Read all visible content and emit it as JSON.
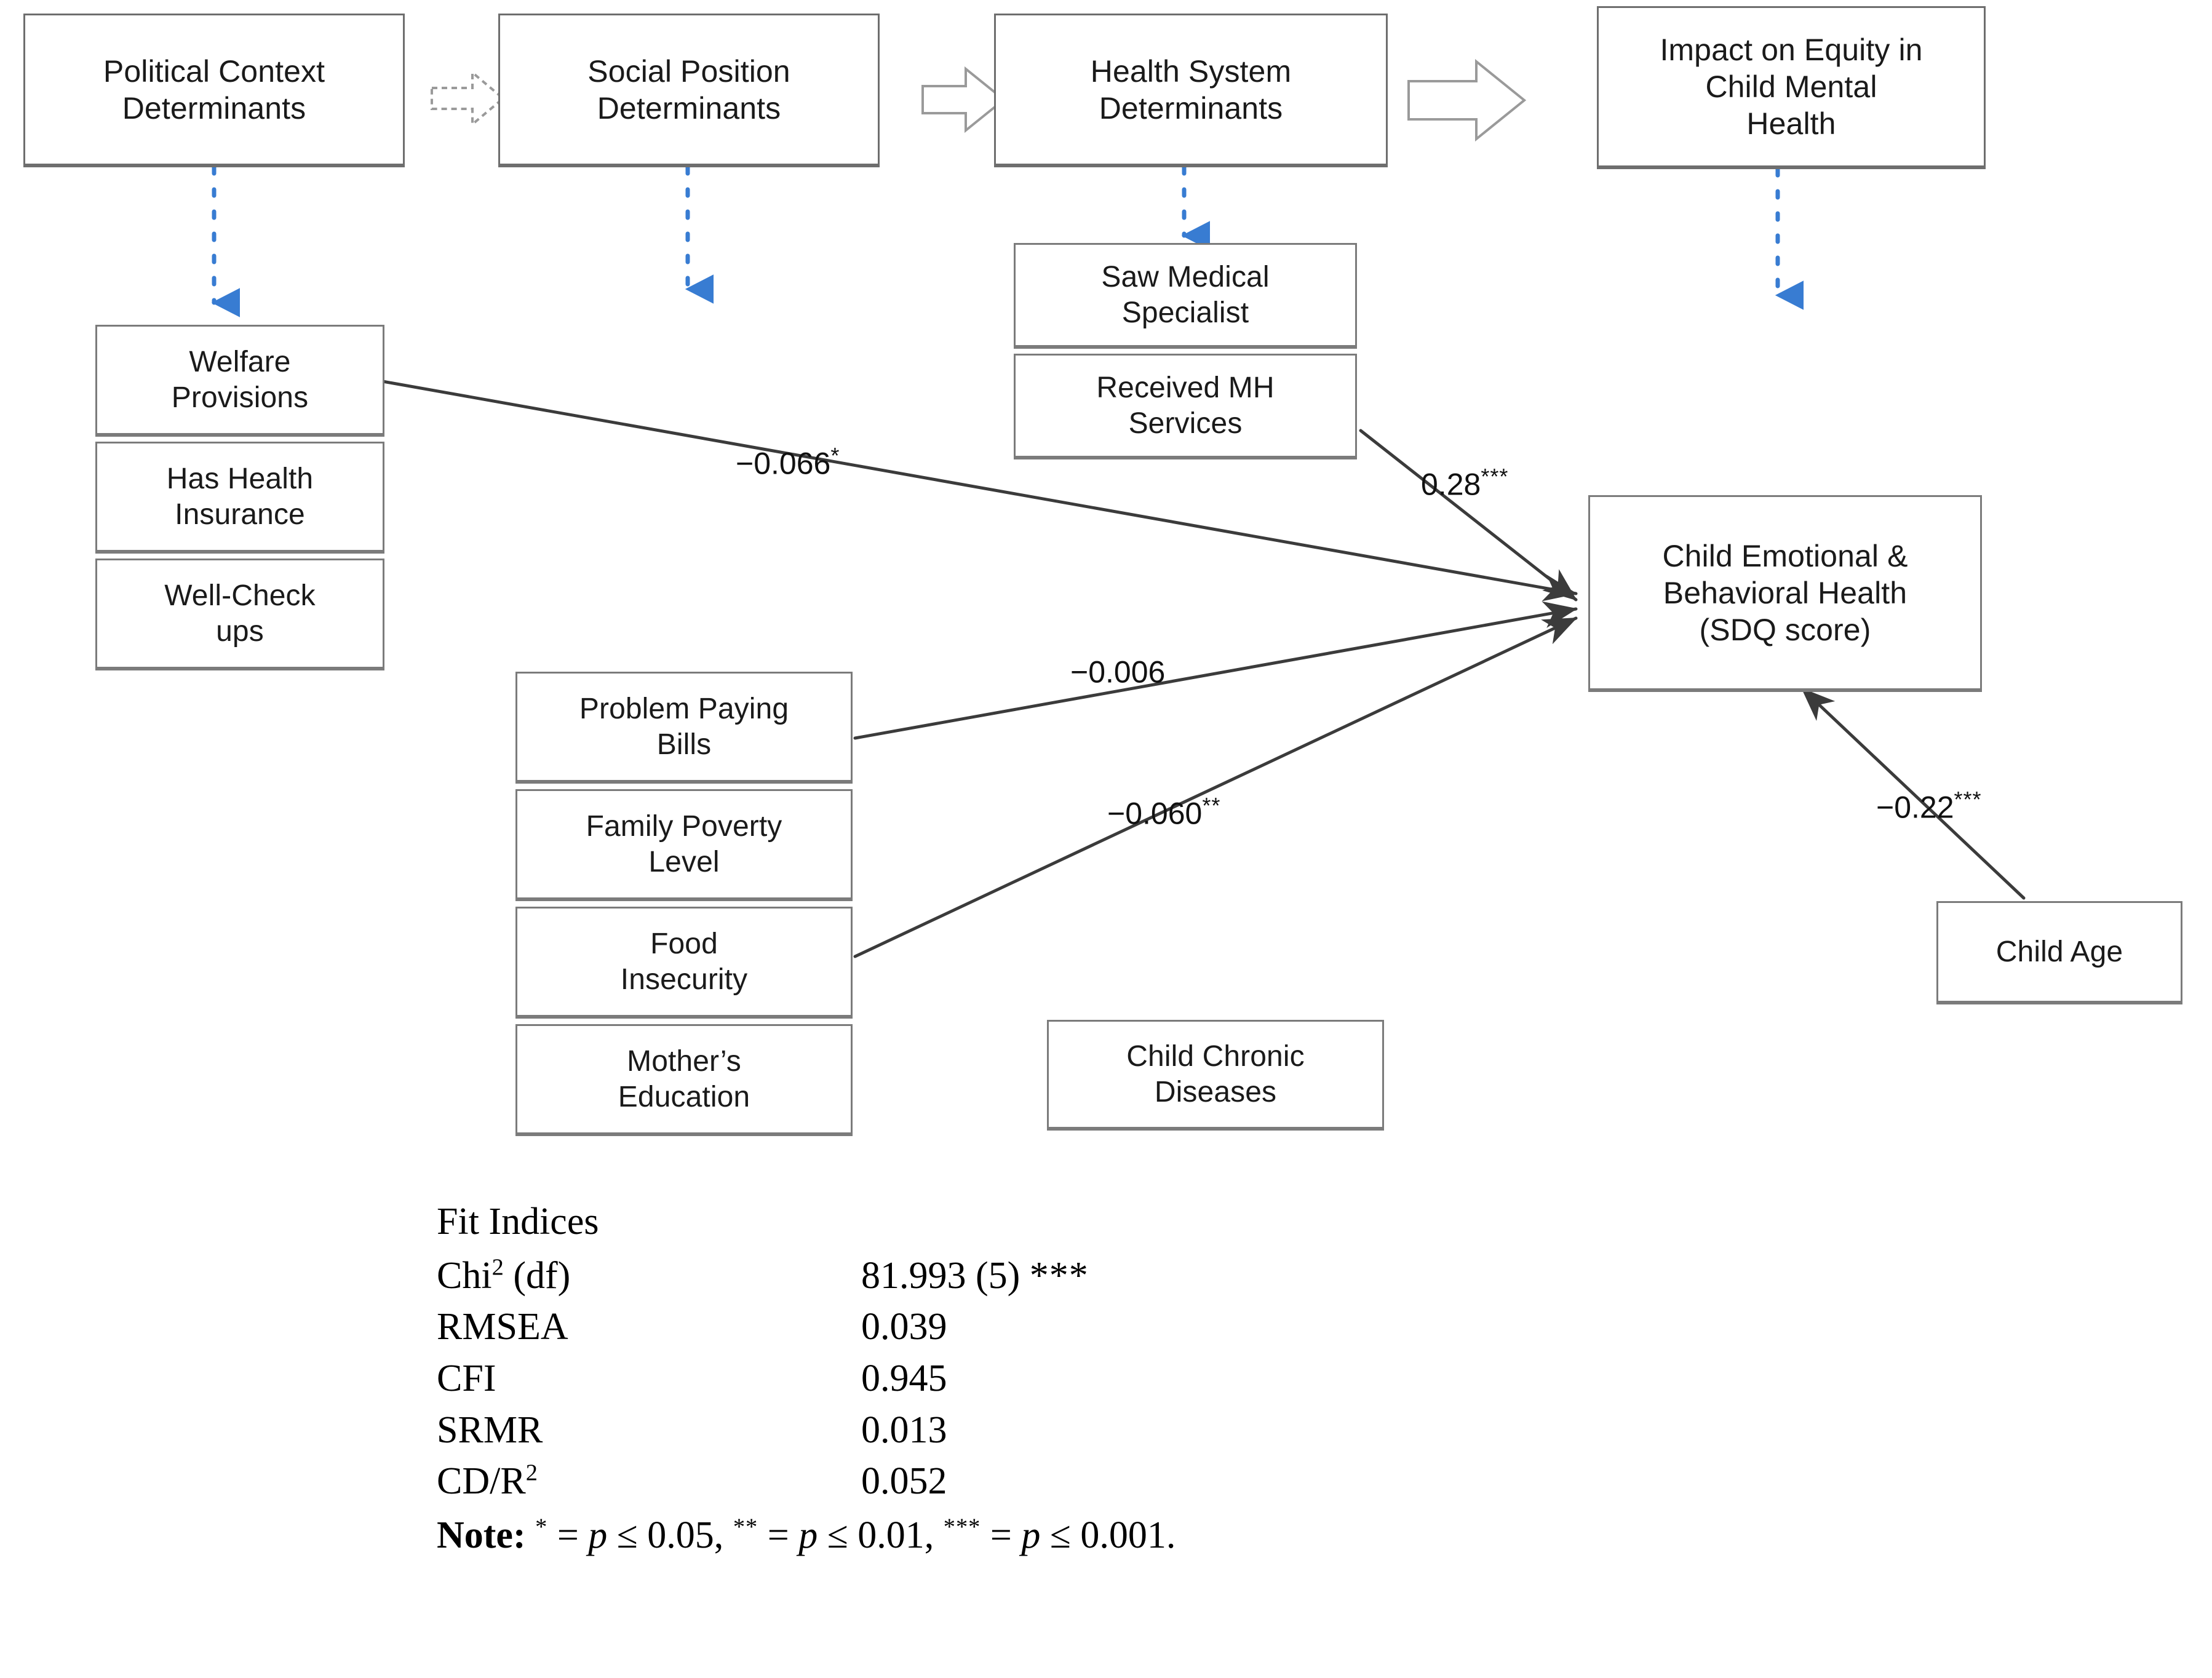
{
  "figure": {
    "type": "structural-equation-model-path-diagram",
    "accent_arrow_color": "#2E75D0",
    "box_border_color": "#7b7b7b"
  },
  "framework_row": {
    "boxes": [
      {
        "id": "political-context",
        "label": "Political Context\nDeterminants"
      },
      {
        "id": "social-position",
        "label": "Social Position\nDeterminants"
      },
      {
        "id": "health-system",
        "label": "Health System\nDeterminants"
      },
      {
        "id": "impact-equity",
        "label": "Impact on Equity in\nChild Mental\nHealth"
      }
    ],
    "connectors": [
      {
        "from": "political-context",
        "to": "social-position",
        "style": "block-arrow"
      },
      {
        "from": "social-position",
        "to": "health-system",
        "style": "block-arrow"
      },
      {
        "from": "health-system",
        "to": "impact-equity",
        "style": "block-arrow"
      }
    ]
  },
  "indicators": {
    "political_context": [
      {
        "id": "welfare-provisions",
        "label": "Welfare\nProvisions"
      },
      {
        "id": "has-health-insurance",
        "label": "Has Health\nInsurance"
      },
      {
        "id": "well-check-ups",
        "label": "Well-Check\nups"
      }
    ],
    "social_position": [
      {
        "id": "problem-paying-bills",
        "label": "Problem Paying\nBills"
      },
      {
        "id": "family-poverty-level",
        "label": "Family Poverty\nLevel"
      },
      {
        "id": "food-insecurity",
        "label": "Food\nInsecurity"
      },
      {
        "id": "mothers-education",
        "label": "Mother’s\nEducation"
      }
    ],
    "health_system": [
      {
        "id": "saw-medical-specialist",
        "label": "Saw Medical\nSpecialist"
      },
      {
        "id": "received-mh-services",
        "label": "Received MH\nServices"
      },
      {
        "id": "child-chronic-diseases",
        "label": "Child Chronic\nDiseases"
      }
    ],
    "outcome": {
      "id": "child-emotional-behavioral-health",
      "label": "Child Emotional &\nBehavioral Health\n(SDQ score)"
    },
    "covariate": {
      "id": "child-age",
      "label": "Child Age"
    }
  },
  "paths": [
    {
      "id": "welfare-to-sdq",
      "from": "welfare-provisions",
      "to": "child-emotional-behavioral-health",
      "coefficient": "−0.066",
      "stars": "*",
      "label": "−0.066*"
    },
    {
      "id": "mh-services-to-sdq",
      "from": "received-mh-services",
      "to": "child-emotional-behavioral-health",
      "coefficient": "0.28",
      "stars": "***",
      "label": "0.28***"
    },
    {
      "id": "bills-to-sdq",
      "from": "problem-paying-bills",
      "to": "child-emotional-behavioral-health",
      "coefficient": "−0.006",
      "stars": "",
      "label": "−0.006"
    },
    {
      "id": "food-to-sdq",
      "from": "food-insecurity",
      "to": "child-emotional-behavioral-health",
      "coefficient": "−0.060",
      "stars": "**",
      "label": "−0.060**"
    },
    {
      "id": "age-to-sdq",
      "from": "child-age",
      "to": "child-emotional-behavioral-health",
      "coefficient": "−0.22",
      "stars": "***",
      "label": "−0.22***"
    }
  ],
  "fit_indices": {
    "title": "Fit Indices",
    "rows": [
      {
        "label": "Chi² (df)",
        "label_base": "Chi",
        "label_sup": "2",
        "label_rest": " (df)",
        "value": "81.993 (5) ***",
        "value_base": "81.993 (5)",
        "value_stars": "***"
      },
      {
        "label": "RMSEA",
        "label_base": "RMSEA",
        "label_sup": "",
        "label_rest": "",
        "value": "0.039",
        "value_base": "0.039",
        "value_stars": ""
      },
      {
        "label": "CFI",
        "label_base": "CFI",
        "label_sup": "",
        "label_rest": "",
        "value": "0.945",
        "value_base": "0.945",
        "value_stars": ""
      },
      {
        "label": "SRMR",
        "label_base": "SRMR",
        "label_sup": "",
        "label_rest": "",
        "value": "0.013",
        "value_base": "0.013",
        "value_stars": ""
      },
      {
        "label": "CD/R²",
        "label_base": "CD/R",
        "label_sup": "2",
        "label_rest": "",
        "value": "0.052",
        "value_base": "0.052",
        "value_stars": ""
      }
    ],
    "note_prefix": "Note:",
    "note_parts": [
      {
        "stars": "*",
        "eq": " = ",
        "p": "p",
        "rel": " ≤ 0.05, "
      },
      {
        "stars": "**",
        "eq": " = ",
        "p": "p",
        "rel": " ≤ 0.01, "
      },
      {
        "stars": "***",
        "eq": " = ",
        "p": "p",
        "rel": " ≤ 0.001."
      }
    ],
    "note_full": "Note: * = p ≤ 0.05, ** = p ≤ 0.01, *** = p ≤ 0.001."
  },
  "chart_data": {
    "type": "diagram",
    "title": "Structural equation model of social determinants and child mental health",
    "nodes": [
      "Political Context Determinants",
      "Social Position Determinants",
      "Health System Determinants",
      "Impact on Equity in Child Mental Health",
      "Welfare Provisions",
      "Has Health Insurance",
      "Well-Check ups",
      "Problem Paying Bills",
      "Family Poverty Level",
      "Food Insecurity",
      "Mother’s Education",
      "Saw Medical Specialist",
      "Received MH Services",
      "Child Chronic Diseases",
      "Child Emotional & Behavioral Health (SDQ score)",
      "Child Age"
    ],
    "edges": [
      {
        "source": "Welfare Provisions",
        "target": "Child Emotional & Behavioral Health (SDQ score)",
        "value": -0.066,
        "significance": "*"
      },
      {
        "source": "Received MH Services",
        "target": "Child Emotional & Behavioral Health (SDQ score)",
        "value": 0.28,
        "significance": "***"
      },
      {
        "source": "Problem Paying Bills",
        "target": "Child Emotional & Behavioral Health (SDQ score)",
        "value": -0.006,
        "significance": ""
      },
      {
        "source": "Food Insecurity",
        "target": "Child Emotional & Behavioral Health (SDQ score)",
        "value": -0.06,
        "significance": "**"
      },
      {
        "source": "Child Age",
        "target": "Child Emotional & Behavioral Health (SDQ score)",
        "value": -0.22,
        "significance": "***"
      }
    ],
    "fit": {
      "chi2": 81.993,
      "df": 5,
      "chi2_sig": "***",
      "RMSEA": 0.039,
      "CFI": 0.945,
      "SRMR": 0.013,
      "CD_R2": 0.052
    }
  }
}
